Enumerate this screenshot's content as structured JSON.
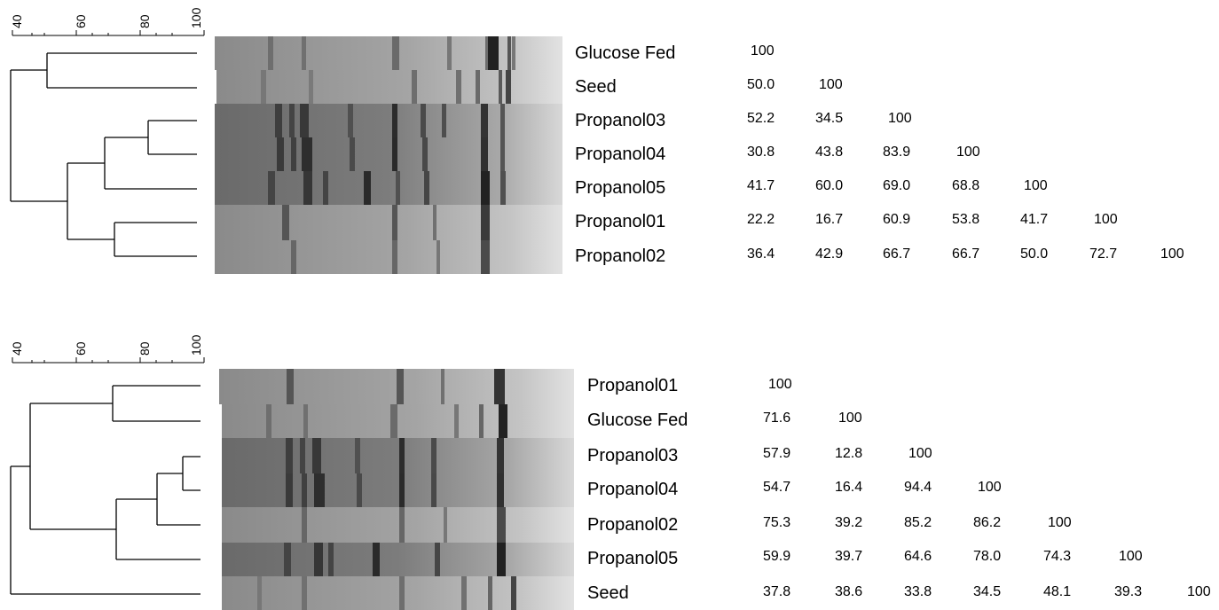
{
  "panels": [
    {
      "scale_ticks": [
        "40",
        "60",
        "80",
        "100"
      ],
      "samples": [
        "Glucose Fed",
        "Seed",
        "Propanol03",
        "Propanol04",
        "Propanol05",
        "Propanol01",
        "Propanol02"
      ],
      "matrix": [
        [
          "100"
        ],
        [
          "50.0",
          "100"
        ],
        [
          "52.2",
          "34.5",
          "100"
        ],
        [
          "30.8",
          "43.8",
          "83.9",
          "100"
        ],
        [
          "41.7",
          "60.0",
          "69.0",
          "68.8",
          "100"
        ],
        [
          "22.2",
          "16.7",
          "60.9",
          "53.8",
          "41.7",
          "100"
        ],
        [
          "36.4",
          "42.9",
          "66.7",
          "66.7",
          "50.0",
          "72.7",
          "100"
        ]
      ]
    },
    {
      "scale_ticks": [
        "40",
        "60",
        "80",
        "100"
      ],
      "samples": [
        "Propanol01",
        "Glucose Fed",
        "Propanol03",
        "Propanol04",
        "Propanol02",
        "Propanol05",
        "Seed"
      ],
      "matrix": [
        [
          "100"
        ],
        [
          "71.6",
          "100"
        ],
        [
          "57.9",
          "12.8",
          "100"
        ],
        [
          "54.7",
          "16.4",
          "94.4",
          "100"
        ],
        [
          "75.3",
          "39.2",
          "85.2",
          "86.2",
          "100"
        ],
        [
          "59.9",
          "39.7",
          "64.6",
          "78.0",
          "74.3",
          "100"
        ],
        [
          "37.8",
          "38.6",
          "33.8",
          "34.5",
          "48.1",
          "39.3",
          "100"
        ]
      ]
    }
  ]
}
